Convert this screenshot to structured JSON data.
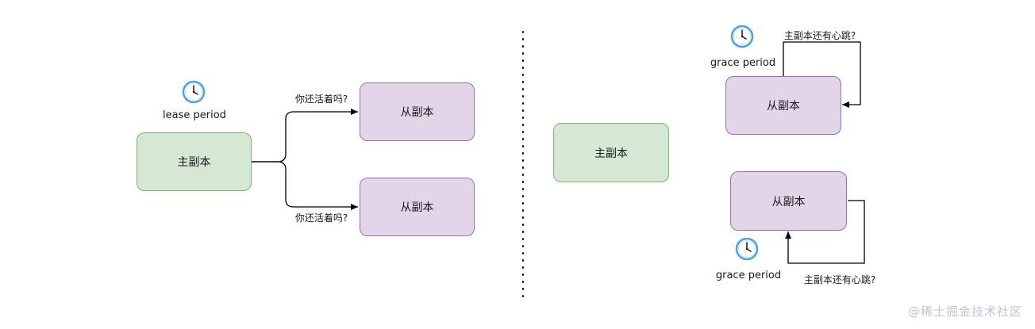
{
  "left": {
    "primary_label": "主副本",
    "replica_labels": [
      "从副本",
      "从副本"
    ],
    "edge_labels": [
      "你还活着吗?",
      "你还活着吗?"
    ],
    "period_label": "lease period",
    "clock_icon": "clock-icon"
  },
  "right": {
    "primary_label": "主副本",
    "replica_labels": [
      "从副本",
      "从副本"
    ],
    "heartbeat_labels": [
      "主副本还有心跳?",
      "主副本还有心跳?"
    ],
    "period_labels": [
      "grace period",
      "grace period"
    ],
    "clock_icon": "clock-icon"
  },
  "watermark": "@稀土掘金技术社区",
  "colors": {
    "primary_fill": "#d5e8d4",
    "primary_stroke": "#82b366",
    "replica_fill": "#e1d5e7",
    "replica_stroke": "#9673a6"
  }
}
